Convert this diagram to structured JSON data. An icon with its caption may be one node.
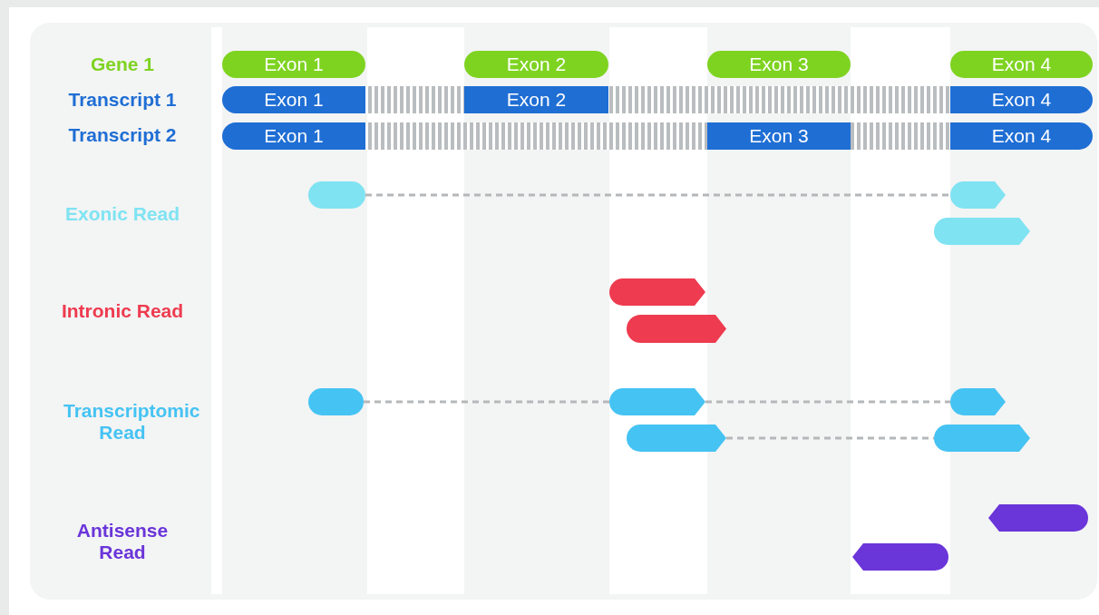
{
  "diagram": {
    "nodes": [
      {
        "text": [
          "Exon 1"
        ]
      },
      {
        "text": [
          "Exon 2"
        ]
      },
      {
        "text": [
          "Exon 3"
        ]
      },
      {
        "text": [
          "Exon 4"
        ]
      },
      {
        "text": [
          "Exon 1"
        ]
      },
      {
        "text": [
          "Exon 2"
        ]
      },
      {
        "text": [
          "Exon 4"
        ]
      },
      {
        "text": [
          "Exon 1"
        ]
      },
      {
        "text": [
          "Exon 3"
        ]
      },
      {
        "text": [
          "Exon 4"
        ]
      },
      {
        "text": [],
        "shape": "bar"
      },
      {
        "text": [],
        "shape": "bar"
      },
      {
        "text": [],
        "shape": "bar"
      },
      {
        "text": [],
        "shape": "bar"
      },
      {
        "text": [],
        "shape": "bar"
      },
      {
        "text": [],
        "shape": "bar"
      },
      {
        "text": [],
        "shape": "bar"
      },
      {
        "text": [],
        "shape": "bar"
      },
      {
        "text": [],
        "shape": "bar"
      },
      {
        "text": [],
        "shape": "bar"
      },
      {
        "text": [],
        "shape": "bar"
      },
      {
        "text": [],
        "shape": "bar"
      }
    ],
    "edges": [
      {
        "from": 10,
        "to": 11,
        "arrow": "none",
        "style": "dashed"
      },
      {
        "from": 15,
        "to": 16,
        "arrow": "none",
        "style": "dashed"
      },
      {
        "from": 16,
        "to": 17,
        "arrow": "none",
        "style": "dashed"
      },
      {
        "from": 18,
        "to": 19,
        "arrow": "none",
        "style": "dashed"
      }
    ],
    "labels": [
      "Gene 1",
      "Transcript 1",
      "Transcript 2",
      "Exonic Read",
      "Intronic Read",
      "Transcriptomic Read",
      "Antisense Read"
    ]
  }
}
